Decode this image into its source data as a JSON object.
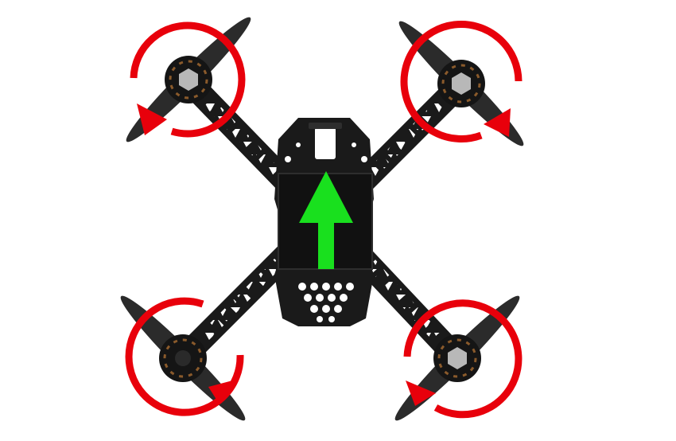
{
  "diagram": {
    "subject": "quadcopter-top-view",
    "colors": {
      "background": "#ffffff",
      "frame": "#1a1a1a",
      "frame_highlight": "#3a3a3a",
      "arm_hole": "#ffffff",
      "propeller": "#2b2b2b",
      "motor": "#151515",
      "motor_bronze": "#8a5a2b",
      "hub": "#b8b8b8",
      "rotation_arrow": "#e8000b",
      "direction_arrow": "#19e01e"
    },
    "rotors": [
      {
        "id": "front-left",
        "rotation": "counter-clockwise"
      },
      {
        "id": "front-right",
        "rotation": "clockwise"
      },
      {
        "id": "rear-left",
        "rotation": "clockwise"
      },
      {
        "id": "rear-right",
        "rotation": "counter-clockwise"
      }
    ],
    "heading": "forward"
  }
}
